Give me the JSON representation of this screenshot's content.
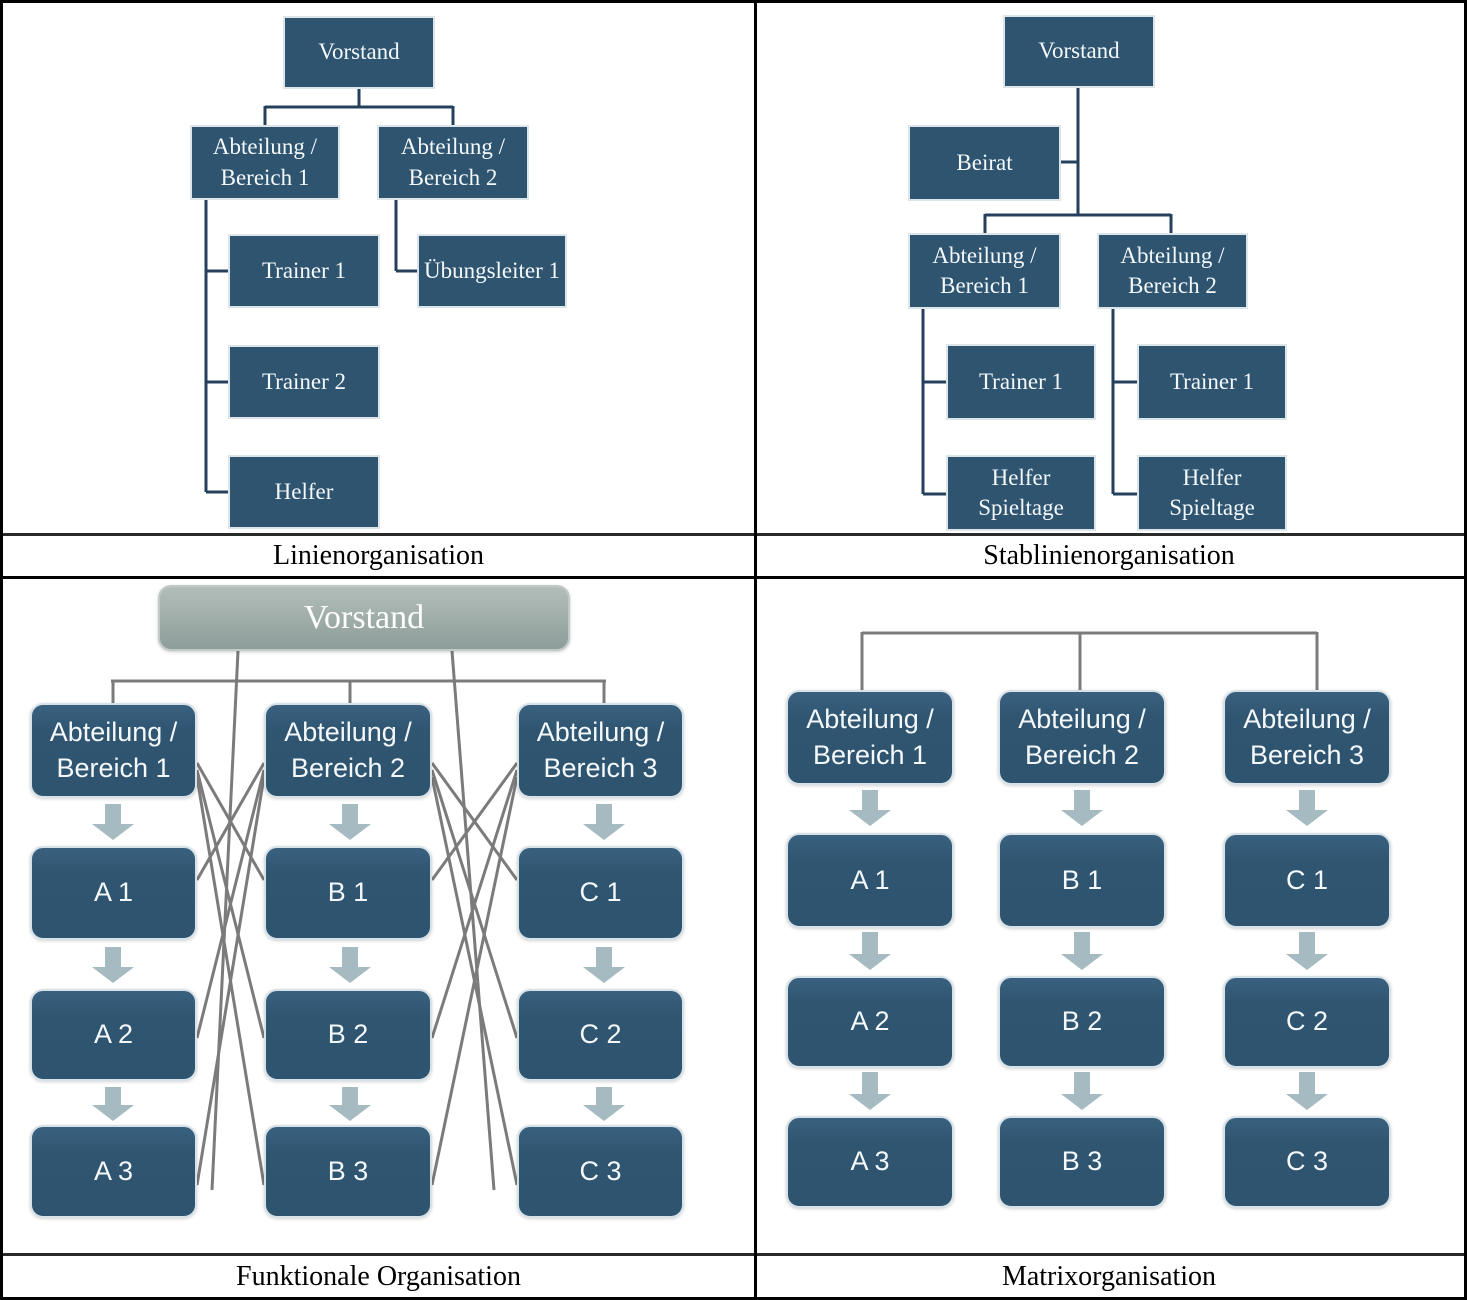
{
  "colors": {
    "navy_line": "#24405c",
    "gray_line": "#7b7b7b",
    "arrow_fill": "#a6bac1",
    "box_fill": "#2e5470",
    "box_border": "#dbe5ea",
    "vorstand_gray_top": "#b2bdb9",
    "vorstand_gray_bottom": "#8d9d99",
    "caption_color": "#000000"
  },
  "linien": {
    "caption": "Linienorganisation",
    "nodes": {
      "vorstand": "Vorstand",
      "bereich1": "Abteilung / Bereich 1",
      "bereich2": "Abteilung / Bereich 2",
      "trainer1": "Trainer 1",
      "trainer2": "Trainer 2",
      "helfer": "Helfer",
      "uebungsleiter1": "Übungsleiter 1"
    }
  },
  "stablinien": {
    "caption": "Stablinienorganisation",
    "nodes": {
      "vorstand": "Vorstand",
      "beirat": "Beirat",
      "bereich1": "Abteilung / Bereich 1",
      "bereich2": "Abteilung / Bereich 2",
      "trainer1_links": "Trainer 1",
      "trainer1_rechts": "Trainer 1",
      "helfer_links": "Helfer Spieltage",
      "helfer_rechts": "Helfer Spieltage"
    }
  },
  "funktional": {
    "caption": "Funktionale Organisation",
    "nodes": {
      "vorstand": "Vorstand",
      "bereich1": "Abteilung / Bereich 1",
      "bereich2": "Abteilung / Bereich 2",
      "bereich3": "Abteilung / Bereich 3",
      "a1": "A 1",
      "a2": "A 2",
      "a3": "A 3",
      "b1": "B 1",
      "b2": "B 2",
      "b3": "B 3",
      "c1": "C 1",
      "c2": "C 2",
      "c3": "C 3"
    }
  },
  "matrix": {
    "caption": "Matrixorganisation",
    "nodes": {
      "bereich1": "Abteilung / Bereich 1",
      "bereich2": "Abteilung / Bereich 2",
      "bereich3": "Abteilung / Bereich 3",
      "a1": "A 1",
      "a2": "A 2",
      "a3": "A 3",
      "b1": "B 1",
      "b2": "B 2",
      "b3": "B 3",
      "c1": "C 1",
      "c2": "C 2",
      "c3": "C 3"
    }
  }
}
